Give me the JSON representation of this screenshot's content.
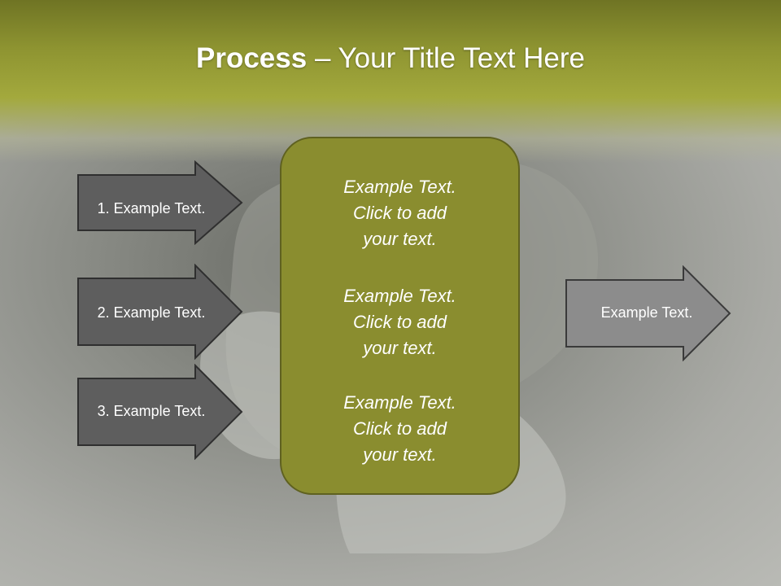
{
  "title": {
    "bold": "Process",
    "rest": " – Your Title Text Here"
  },
  "left_arrows": [
    {
      "label": "1. Example Text."
    },
    {
      "label": "2. Example Text."
    },
    {
      "label": "3. Example Text."
    }
  ],
  "center_box": {
    "blocks": [
      {
        "lines": [
          "Example Text.",
          "Click  to add",
          "your text."
        ]
      },
      {
        "lines": [
          "Example Text.",
          "Click  to add",
          "your text."
        ]
      },
      {
        "lines": [
          "Example Text.",
          "Click  to add",
          "your text."
        ]
      }
    ]
  },
  "right_arrow": {
    "label": "Example Text."
  },
  "colors": {
    "header": "#a3a93d",
    "box": "#8a8d2f",
    "dark_arrow": "#5e5e5e",
    "light_arrow": "#8c8c8c"
  }
}
